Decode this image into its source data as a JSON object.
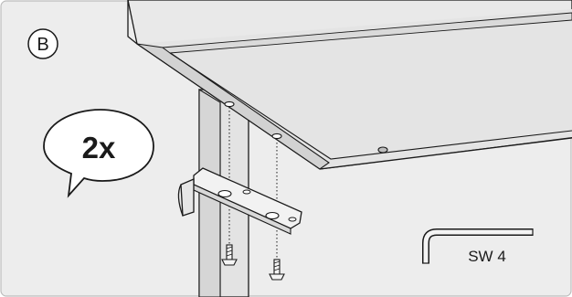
{
  "step": {
    "label": "B"
  },
  "callout": {
    "quantity": "2x"
  },
  "tool": {
    "label": "SW 4",
    "icon": "hex-key-icon"
  },
  "colors": {
    "background": "#ededed",
    "line": "#1a1a1a",
    "table_top": "#e6e6e6",
    "table_edge": "#cfcfcf",
    "leg": "#e3e3e3",
    "leg_shadow": "#cdcdcd",
    "bracket": "#f0f0f0"
  }
}
